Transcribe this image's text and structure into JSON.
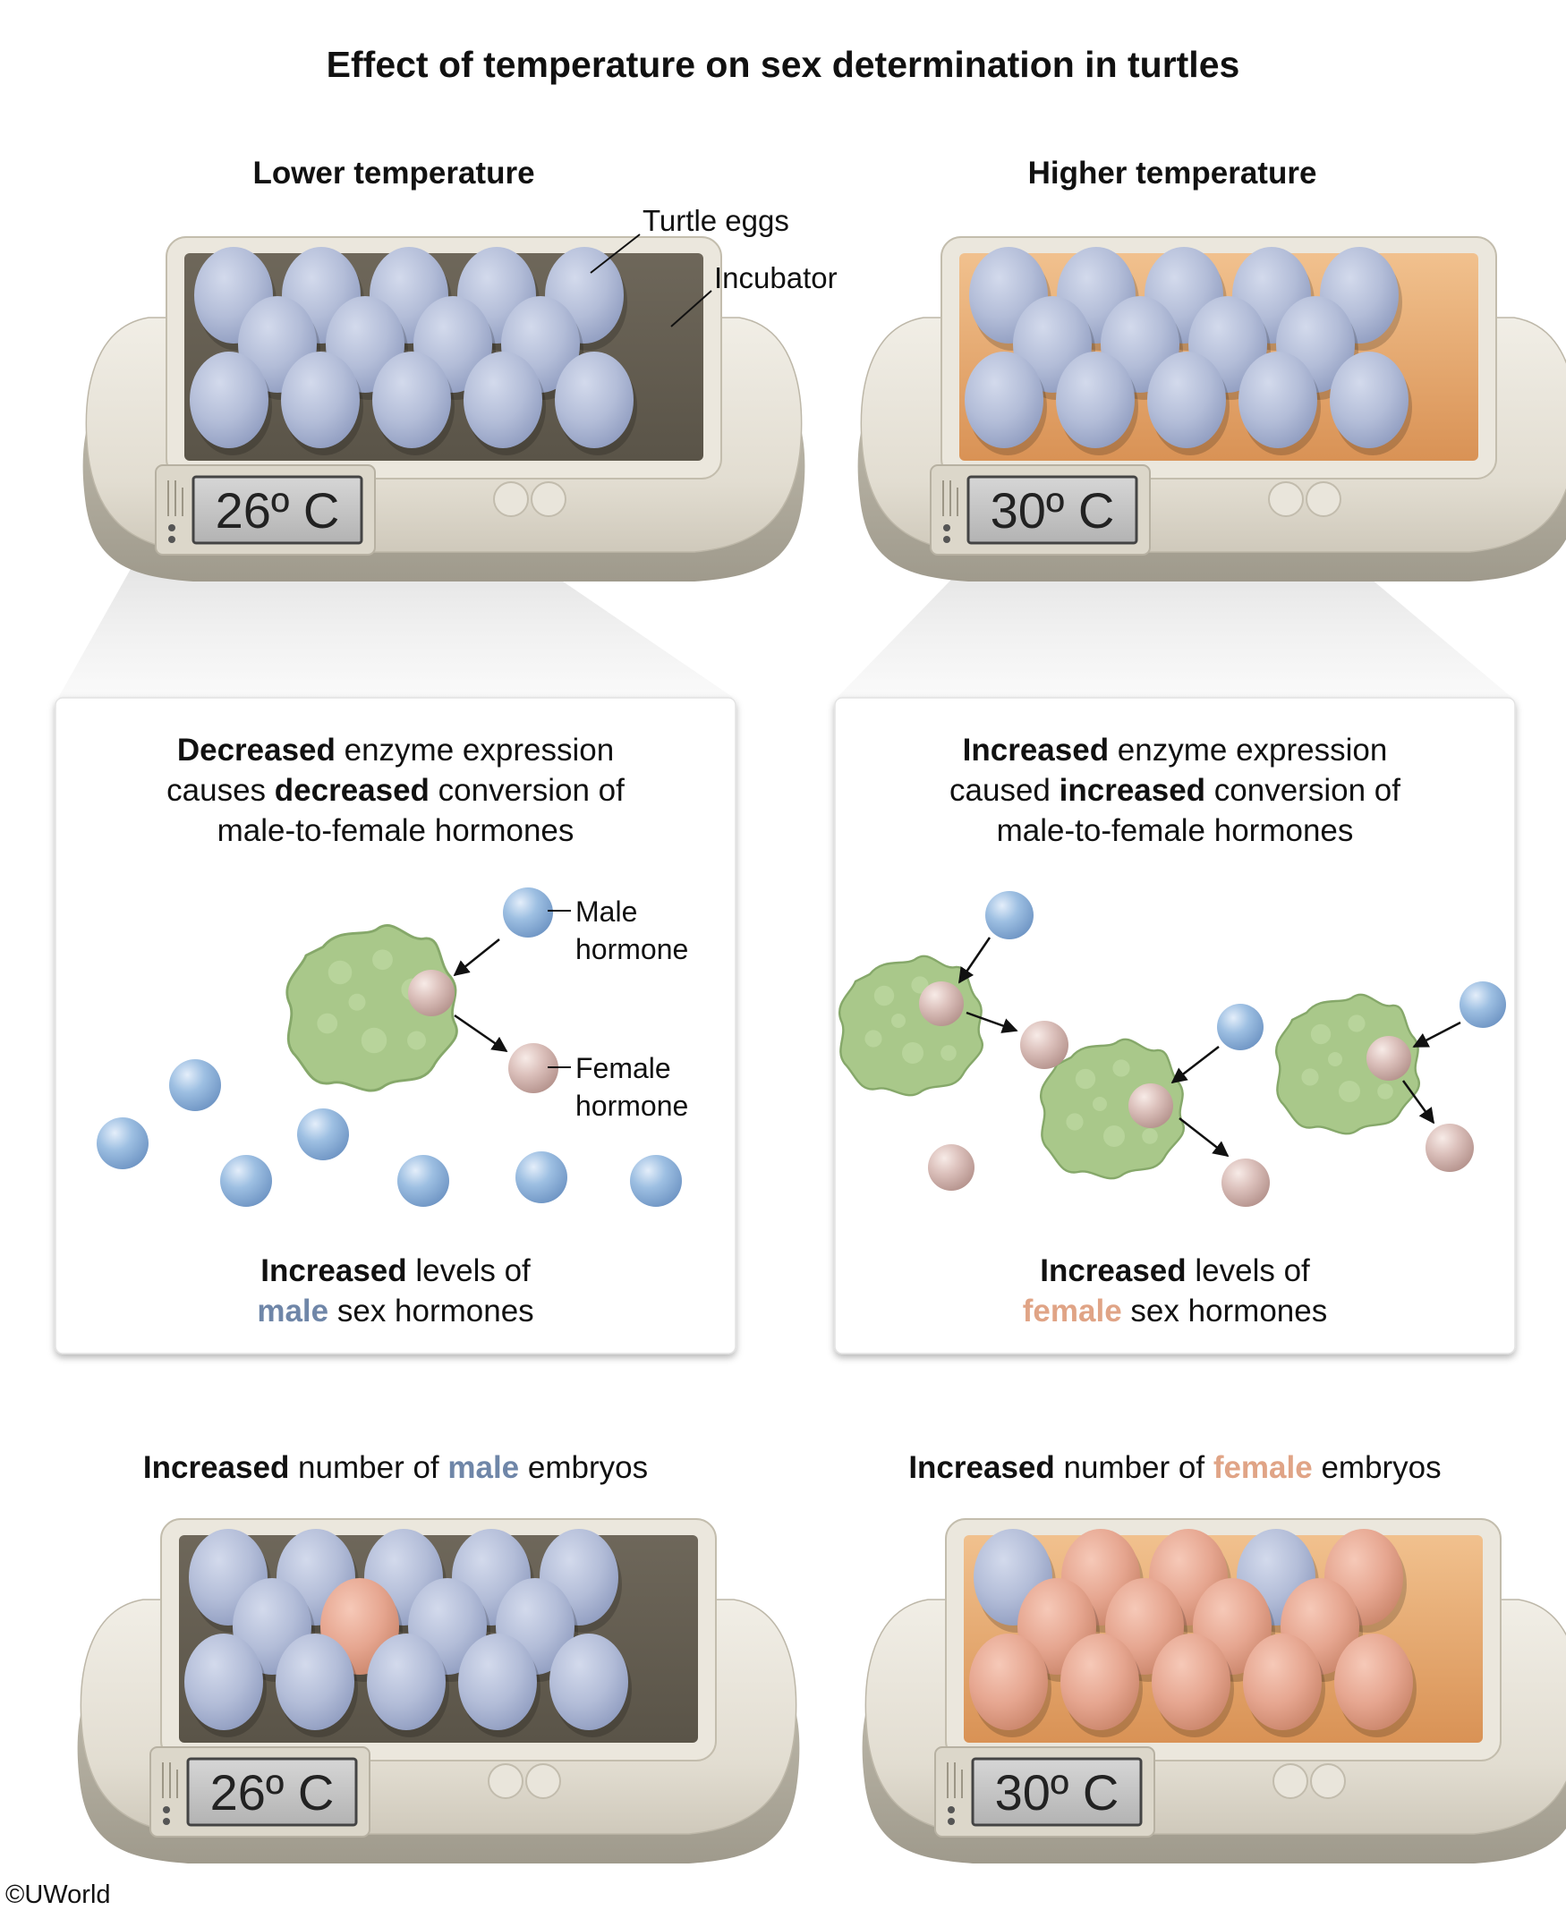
{
  "title": "Effect of temperature on sex determination in turtles",
  "colors": {
    "male": "#6f86a8",
    "female": "#e0a486",
    "male_egg": "#b5bfd9",
    "female_egg": "#e7a894",
    "enzyme": "#a9c88a",
    "incubator": "#e5e1d6",
    "incubator_shadow": "#b9b4a6",
    "display": "#c7c7c7"
  },
  "panels": {
    "left": {
      "heading": "Lower temperature",
      "temperature": "26º C",
      "callouts": {
        "eggs": "Turtle eggs",
        "incubator": "Incubator"
      },
      "box": {
        "line1_bold": "Decreased",
        "line1_rest": " enzyme expression",
        "line2_pre": "causes ",
        "line2_bold": "decreased",
        "line2_rest": " conversion of",
        "line3": "male-to-female hormones",
        "male_label_1": "Male",
        "male_label_2": "hormone",
        "female_label_1": "Female",
        "female_label_2": "hormone",
        "result_bold": "Increased",
        "result_rest": " levels of",
        "result_sex": "male",
        "result_tail": " sex hormones"
      },
      "outcome": {
        "bold": "Increased",
        "pre": " number of ",
        "sex": "male",
        "post": " embryos"
      },
      "before_eggs": [
        "m",
        "m",
        "m",
        "m",
        "m",
        "m",
        "m",
        "m",
        "m",
        "m",
        "m",
        "m",
        "m",
        "m"
      ],
      "after_eggs": [
        "m",
        "m",
        "m",
        "m",
        "m",
        "m",
        "f",
        "m",
        "m",
        "m",
        "m",
        "m",
        "m",
        "m"
      ]
    },
    "right": {
      "heading": "Higher temperature",
      "temperature": "30º C",
      "box": {
        "line1_bold": "Increased",
        "line1_rest": " enzyme expression",
        "line2_pre": "caused ",
        "line2_bold": "increased",
        "line2_rest": " conversion of",
        "line3": "male-to-female hormones",
        "result_bold": "Increased",
        "result_rest": " levels of",
        "result_sex": "female",
        "result_tail": " sex hormones"
      },
      "outcome": {
        "bold": "Increased",
        "pre": " number of ",
        "sex": "female",
        "post": " embryos"
      },
      "before_eggs": [
        "m",
        "m",
        "m",
        "m",
        "m",
        "m",
        "m",
        "m",
        "m",
        "m",
        "m",
        "m",
        "m",
        "m"
      ],
      "after_eggs": [
        "m",
        "f",
        "f",
        "m",
        "f",
        "f",
        "f",
        "f",
        "f",
        "f",
        "f",
        "f",
        "f",
        "f"
      ]
    }
  },
  "credit": "©UWorld"
}
